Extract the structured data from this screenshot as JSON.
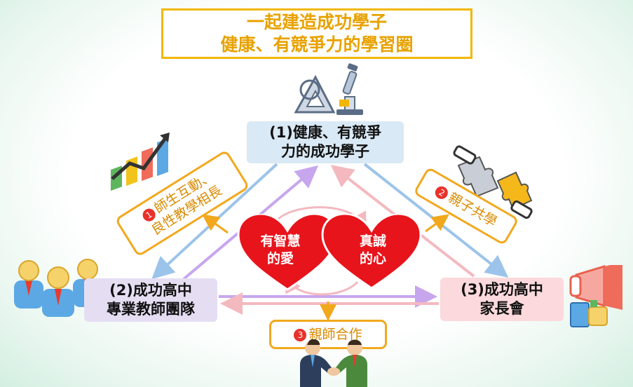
{
  "title": {
    "line1": "一起建造成功學子",
    "line2": "健康、有競爭力的學習圈"
  },
  "nodes": {
    "student": {
      "line1": "(1)健康、有競爭",
      "line2": "力的成功學子"
    },
    "teachers": {
      "line1": "(2)成功高中",
      "line2": "專業教師團隊"
    },
    "parents": {
      "line1": "(3)成功高中",
      "line2": "家長會"
    }
  },
  "tags": {
    "t1": {
      "badge": "1",
      "line1": "師生互動、",
      "line2": "良性教學相長"
    },
    "t2": {
      "badge": "2",
      "line1": "親子共學"
    },
    "t3": {
      "badge": "3",
      "line1": "親師合作"
    }
  },
  "hearts": {
    "left": {
      "line1": "有智慧",
      "line2": "的愛"
    },
    "right": {
      "line1": "真誠",
      "line2": "的心"
    }
  },
  "colors": {
    "title_border": "#f2b705",
    "title_text": "#e8a200",
    "tag_border": "#f2a81d",
    "heart": "#e8141b",
    "arrow_blue": "#9cc4ea",
    "arrow_purple": "#c7a6ee",
    "arrow_pink": "#f3b9bf",
    "arrow_orange": "#f2a81d"
  },
  "icons": [
    "ruler-triangle-icon",
    "microscope-icon",
    "growth-chart-icon",
    "puzzle-icon",
    "teachers-group-icon",
    "megaphone-icon",
    "handshake-icon"
  ]
}
